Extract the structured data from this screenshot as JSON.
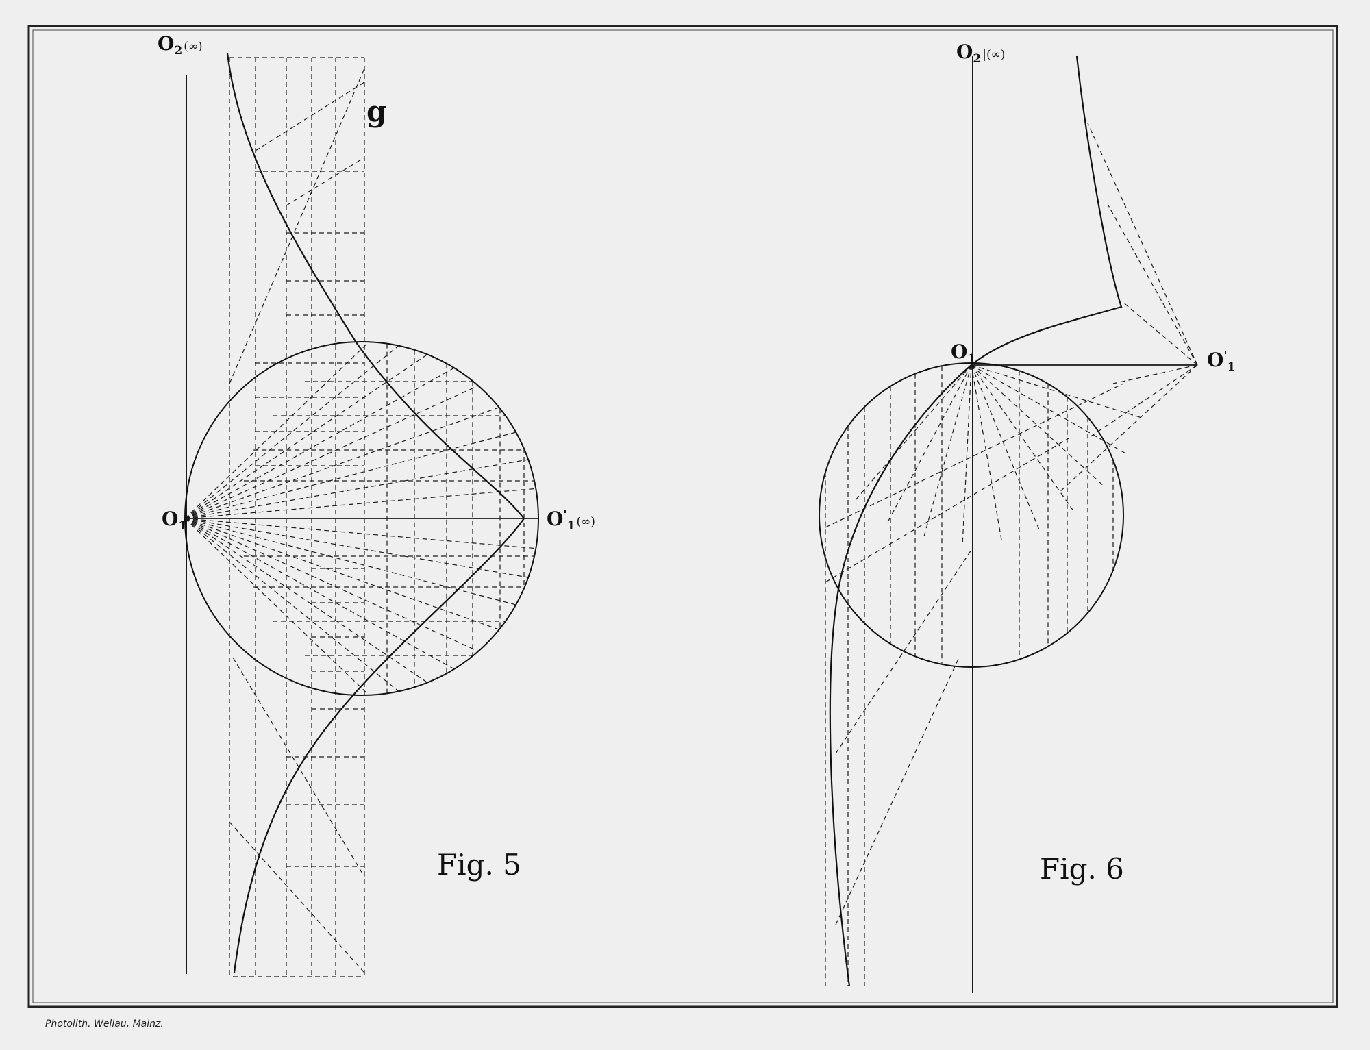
{
  "fig5": {
    "caption": "Fig. 5",
    "pole_top": {
      "base": "O",
      "sub": "2",
      "inf": "(∞)"
    },
    "center_left": {
      "base": "O",
      "sub": "1"
    },
    "center_right": {
      "base": "O",
      "sub": "1",
      "prime": "'",
      "inf": "(∞)"
    },
    "curve_label": "g"
  },
  "fig6": {
    "caption": "Fig. 6",
    "pole_top": {
      "base": "O",
      "sub": "2",
      "inf": "|(∞)"
    },
    "center_left": {
      "base": "O",
      "sub": "1"
    },
    "center_right": {
      "base": "O",
      "sub": "1",
      "prime": "'"
    }
  },
  "credit": "Photolith. Wellau, Mainz.",
  "colors": {
    "paper": "#efefef",
    "ink": "#111111"
  }
}
